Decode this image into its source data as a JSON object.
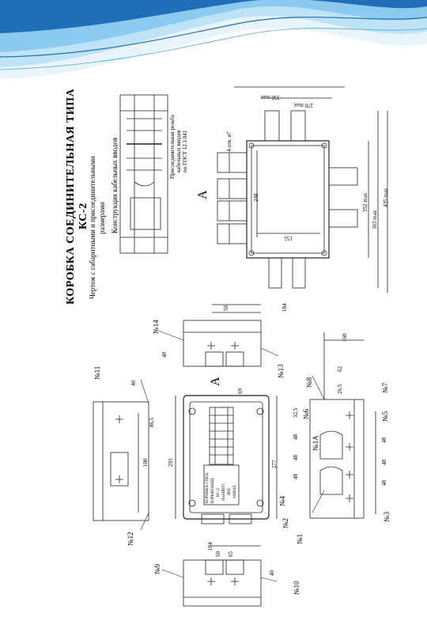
{
  "document": {
    "title": "КОРОБКА СОЕДИНИТЕЛЬНАЯ ТИПА",
    "model": "КС-2",
    "subtitle_line1": "Чертеж с габаритными и присоединительными",
    "subtitle_line2": "размерами"
  },
  "labels": {
    "cable_entry_design": "Конструкция кабельных вводов",
    "gland_line1": "Присоединительная резьба",
    "gland_line2": "кабельных вводов",
    "gland_line3": "по ГОСТ 12.1.041",
    "view_a_top": "А",
    "view_a_mid": "А",
    "nameplate_lines": [
      "КОРОБКА СОЕД.",
      "ВЗРЫВОЗАЩ.",
      "КС-2",
      "1ExdIIBT5",
      "IP65",
      "ЗАВОД"
    ]
  },
  "dimensions": {
    "d356": "356 max",
    "d270": "270 max",
    "d4holes": "4 отв. ø7",
    "d248": "248",
    "d155": "155",
    "d352": "352 max",
    "d435": "435 max",
    "d363": "363 max",
    "d184_top": "184",
    "d50_top": "50",
    "d40_top": "40",
    "d69": "69",
    "d40_side": "40",
    "d86": "86,5",
    "d100": "100",
    "d293": "293",
    "d277": "277",
    "d184_bot": "184",
    "d50_bot": "50",
    "d65": "65",
    "d40_bot": "40",
    "d160": "160",
    "d26": "26,5",
    "d62": "62",
    "d32": "32,5",
    "d48a": "48",
    "d48b": "48",
    "d48c": "48",
    "d48d": "48",
    "d48e": "48",
    "d48f": "48"
  },
  "callouts": {
    "n14": "№14",
    "n13": "№13",
    "n11": "№11",
    "n12": "№12",
    "n9": "№9",
    "n10": "№10",
    "n8": "№8",
    "n7": "№7",
    "n6": "№6",
    "n5": "№5",
    "n1a": "№1А",
    "n4": "№4",
    "n3": "№3",
    "n2": "№2",
    "n1": "№1"
  },
  "colors": {
    "banner_dark": "#1f6fb8",
    "banner_light": "#8ccaf0",
    "line": "#222222"
  }
}
